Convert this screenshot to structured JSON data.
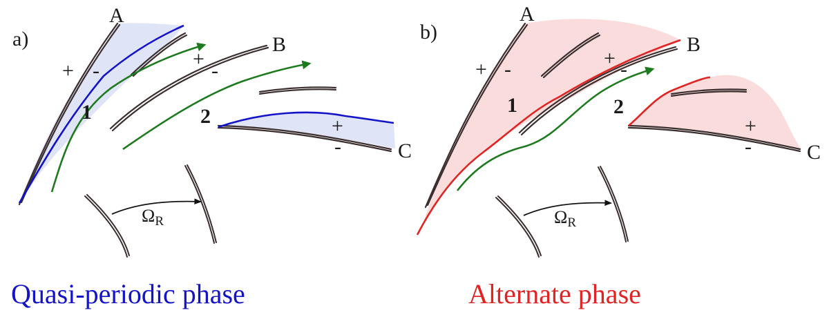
{
  "colors": {
    "quasi_periodic": "#1313c8",
    "alternate": "#e02424",
    "streamline": "#1e7a1e",
    "blade": "#3a2e2e",
    "blue_fill": "#dfe4f6",
    "red_fill": "#fbdcdc"
  },
  "panel_a": {
    "label": "a)",
    "blade_labels": {
      "a": "A",
      "b": "B",
      "c": "C"
    },
    "channel_labels": {
      "one": "1",
      "two": "2"
    },
    "signs": {
      "plus": "+",
      "minus": "-"
    },
    "rotation": {
      "symbol": "Ω",
      "subscript": "R"
    },
    "caption": "Quasi-periodic phase"
  },
  "panel_b": {
    "label": "b)",
    "blade_labels": {
      "a": "A",
      "b": "B",
      "c": "C"
    },
    "channel_labels": {
      "one": "1",
      "two": "2"
    },
    "signs": {
      "plus": "+",
      "minus": "-"
    },
    "rotation": {
      "symbol": "Ω",
      "subscript": "R"
    },
    "caption": "Alternate phase"
  }
}
